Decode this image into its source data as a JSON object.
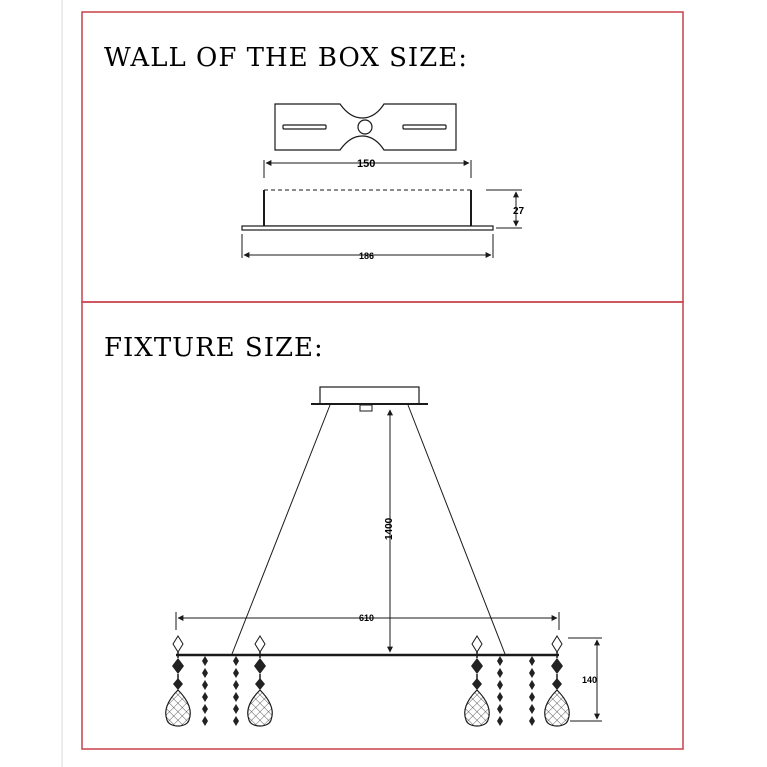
{
  "top_section": {
    "heading": "WALL OF THE BOX SIZE:",
    "inner_width_label": "150",
    "depth_label": "27",
    "outer_width_label": "186"
  },
  "bottom_section": {
    "heading": "FIXTURE SIZE:",
    "drop_height_label": "1400",
    "bar_width_label": "610",
    "crystal_height_label": "140"
  },
  "colors": {
    "frame": "#c8414a",
    "line": "#1a1a1a",
    "margin_line": "#d8d8d8"
  }
}
